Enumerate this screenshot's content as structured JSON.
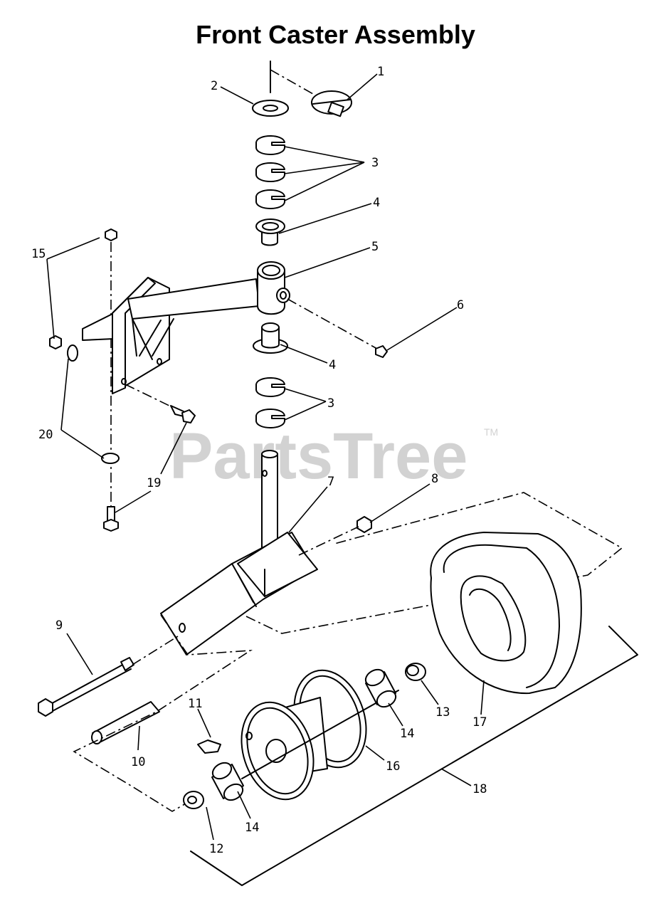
{
  "title": "Front Caster Assembly",
  "watermark": {
    "text": "PartsTree",
    "mark": "TM"
  },
  "callouts": [
    "1",
    "2",
    "3",
    "3",
    "4",
    "4",
    "5",
    "6",
    "7",
    "8",
    "9",
    "10",
    "11",
    "12",
    "13",
    "14",
    "14",
    "15",
    "16",
    "17",
    "18",
    "19",
    "20"
  ]
}
